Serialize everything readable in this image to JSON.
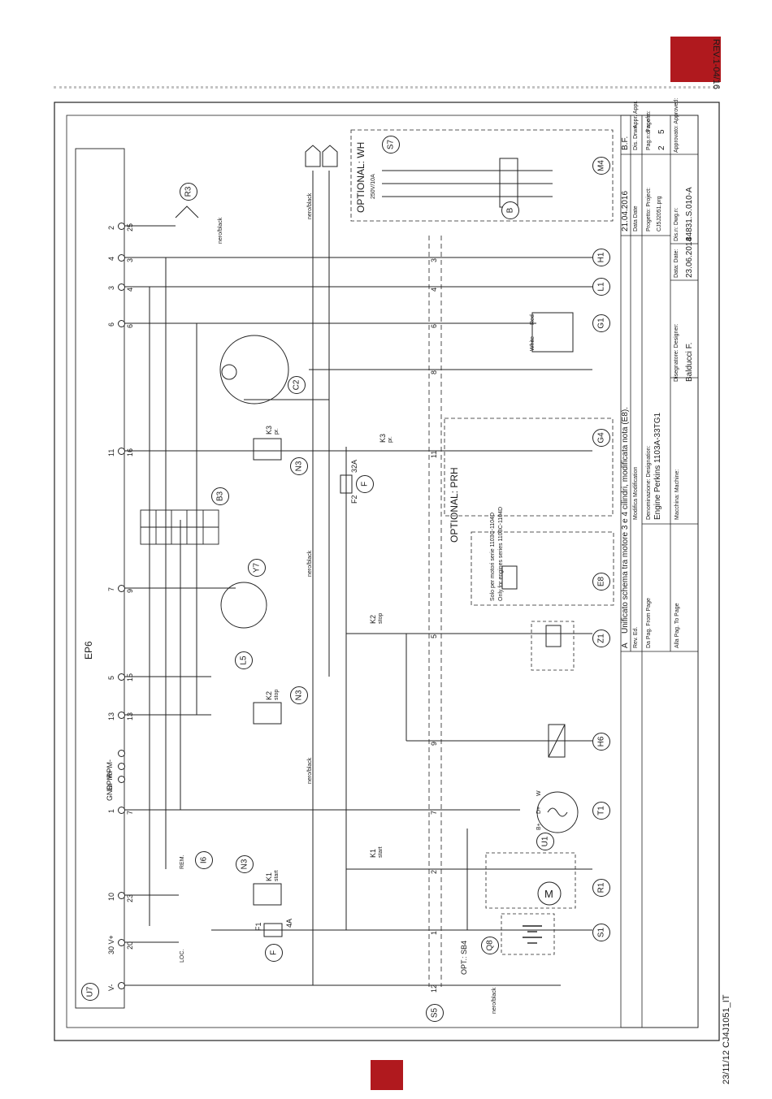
{
  "header": {
    "revision": "REV.1-04/16"
  },
  "footer": {
    "doc_ref": "23/11/12 CJ4J1051_IT"
  },
  "panel": {
    "id": "U7",
    "name": "EP6"
  },
  "terminals": [
    {
      "pin": "2",
      "wire": "25",
      "note": "nero/black"
    },
    {
      "pin": "4",
      "wire": "3"
    },
    {
      "pin": "3",
      "wire": "4"
    },
    {
      "pin": "6",
      "wire": "6"
    },
    {
      "pin": "11",
      "wire": "16"
    },
    {
      "pin": "7",
      "wire": "9"
    },
    {
      "pin": "5",
      "wire": "15"
    },
    {
      "pin": "13",
      "wire": "13"
    },
    {
      "pin": "RPM-"
    },
    {
      "pin": "RPM+"
    },
    {
      "pin": "GND"
    },
    {
      "pin": "1",
      "wire": "7"
    },
    {
      "pin": "10",
      "wire": "23"
    },
    {
      "pin": "30 V+",
      "wire": "20"
    },
    {
      "pin": "V-"
    }
  ],
  "terminal_strip": {
    "id": "S5",
    "terminals": [
      "3",
      "4",
      "6",
      "8",
      "11",
      "5",
      "9",
      "7",
      "2",
      "1",
      "12"
    ]
  },
  "components": {
    "R3": "R3",
    "C2": "C2",
    "B3": "B3",
    "Y7": "Y7",
    "L5": "L5",
    "N3": "N3",
    "I6": "I6",
    "F": "F",
    "F1": "F1",
    "F1_rating": "4A",
    "F2": "F2",
    "F2_rating": "32A",
    "K1": "K1",
    "K1_label": "start",
    "K2": "K2",
    "K2_label": "stop",
    "K3": "K3",
    "K3_label": "pr.",
    "H1": "H1",
    "L1": "L1",
    "G1": "G1",
    "G4": "G4",
    "E8": "E8",
    "Z1": "Z1",
    "H6": "H6",
    "T1": "T1",
    "U1": "U1",
    "R1": "R1",
    "S1": "S1",
    "Q8": "Q8",
    "M4": "M4",
    "S7": "S7",
    "B": "B",
    "nero_black": "nero/black",
    "red": "Red",
    "white": "White",
    "loc": "LOC.",
    "rem": "REM.",
    "alt_b": "B+",
    "alt_d": "D+",
    "alt_w": "W",
    "opt_sb4": "OPT.: SB4"
  },
  "optional_boxes": {
    "wh": "OPTIONAL: WH",
    "wh_rating": "250V/10A",
    "prh": "OPTIONAL: PRH",
    "e8_note_it": "Solo per motori serie 1103C-1104D",
    "e8_note_en": "Only for engines series 1103C-1104D"
  },
  "title_block": {
    "rev_letter": "A",
    "modification": "Unificato schema tra motore 3 e 4 cilindri, modificata nota (E8).",
    "date": "21.04.2016",
    "initials": "B.F.",
    "designation": "Engine Perkins 1103A-33TG1",
    "project": "CJ5J2051.prg",
    "page": "2",
    "pages": "5",
    "designer": "Balducci F.",
    "drawing_date": "23.06.2014",
    "drawing_no": "84831.S.010-A",
    "lbl_rev": "Rev. Ed.",
    "lbl_mod": "Modifica Modification",
    "lbl_date": "Data Date",
    "lbl_dis": "Dis. Drwn.",
    "lbl_appr": "Appr. Appr.",
    "lbl_from": "Da Pag. From Page",
    "lbl_to": "Alla Pag. To Page",
    "lbl_denom": "Denominazione: Designation:",
    "lbl_machine": "Macchina: Machine:",
    "lbl_project": "Progetto: Project:",
    "lbl_page": "Pag.n: Page n:",
    "lbl_of": "di n: of n:",
    "lbl_designer": "Disegnatore: Designer:",
    "lbl_ddate": "Data: Date:",
    "lbl_dwg": "Dis.n: Dwg.n:",
    "lbl_approved": "Approvato: Approved:"
  }
}
